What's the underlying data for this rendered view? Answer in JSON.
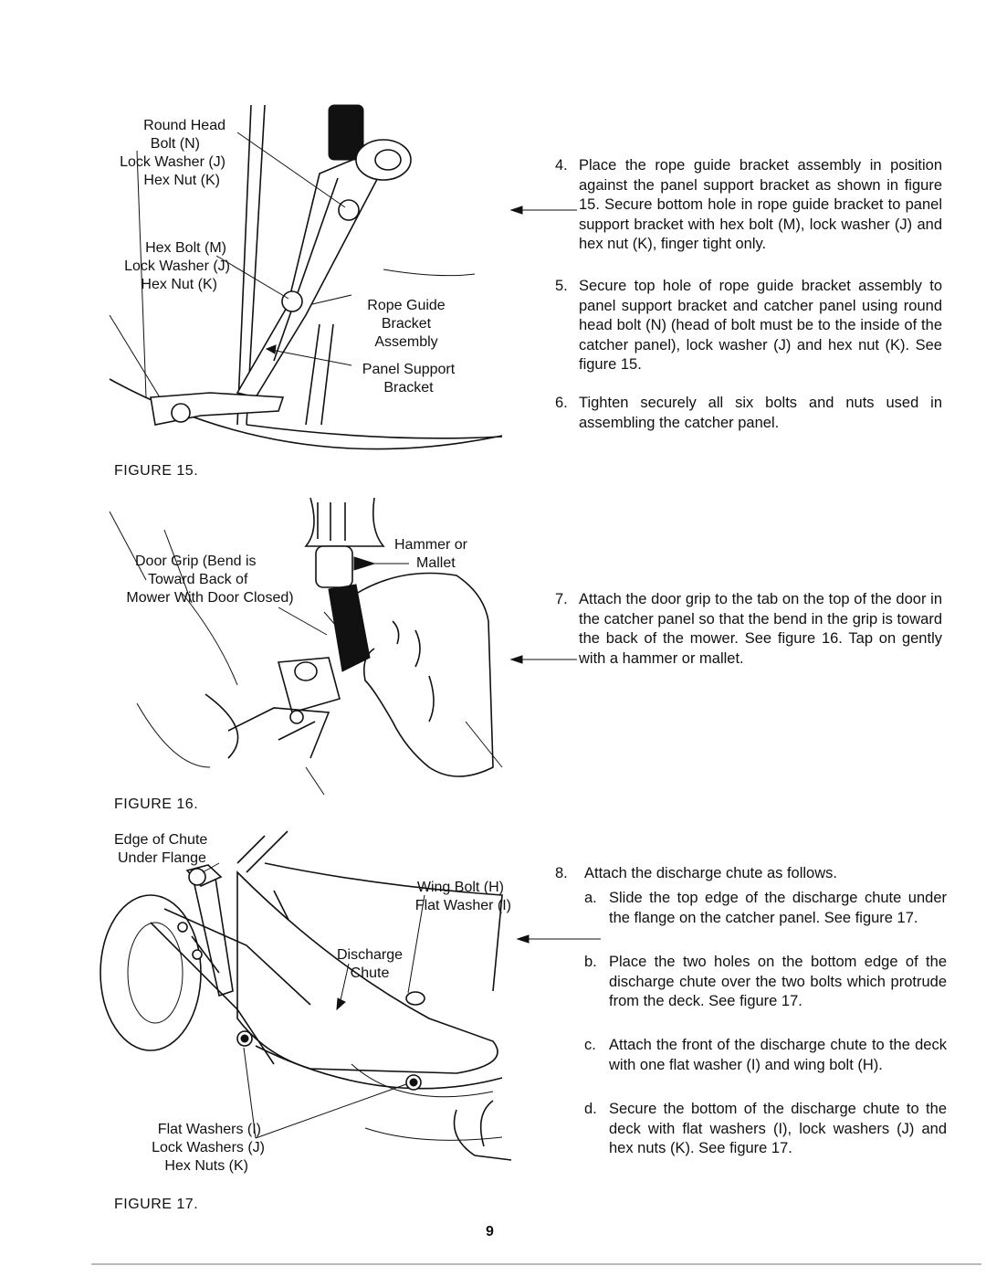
{
  "page_number": "9",
  "figures": [
    {
      "caption": "FIGURE 15.",
      "labels": {
        "round_head_bolt": [
          "Round Head",
          "Bolt (N)",
          "Lock Washer (J)",
          "Hex Nut (K)"
        ],
        "hex_bolt": [
          "Hex Bolt (M)",
          "Lock Washer (J)",
          "Hex Nut (K)"
        ],
        "rope_guide": [
          "Rope Guide",
          "Bracket",
          "Assembly"
        ],
        "panel_support": [
          "Panel Support",
          "Bracket"
        ]
      }
    },
    {
      "caption": "FIGURE 16.",
      "labels": {
        "door_grip": [
          "Door Grip (Bend is",
          "Toward Back of",
          "Mower With Door Closed)"
        ],
        "hammer": [
          "Hammer or",
          "Mallet"
        ]
      }
    },
    {
      "caption": "FIGURE 17.",
      "labels": {
        "edge_of_chute": [
          "Edge of Chute",
          "Under Flange"
        ],
        "wing_bolt": [
          "Wing Bolt (H)",
          "Flat Washer (I)"
        ],
        "discharge_chute": [
          "Discharge",
          "Chute"
        ],
        "washers": [
          "Flat Washers (I)",
          "Lock Washers (J)",
          "Hex Nuts (K)"
        ]
      }
    }
  ],
  "steps": [
    {
      "num": "4.",
      "text": "Place the rope guide bracket assembly in position against the panel support bracket as shown in figure 15. Secure bottom hole in rope guide bracket to panel support bracket with hex bolt (M), lock washer (J) and hex nut (K), finger tight only."
    },
    {
      "num": "5.",
      "text": "Secure top hole of rope guide bracket assembly to panel support bracket and catcher panel using round head bolt (N) (head of bolt must be to the inside of the catcher panel), lock washer (J) and hex nut (K). See figure 15."
    },
    {
      "num": "6.",
      "text": "Tighten securely all six bolts and nuts used in assembling the catcher panel."
    },
    {
      "num": "7.",
      "text": "Attach the door grip to the tab on the top of the door in the catcher panel so that the bend in the grip is toward the back of the mower. See figure 16. Tap on gently with a hammer or mallet."
    },
    {
      "num": "8.",
      "text": "Attach the discharge chute as follows."
    }
  ],
  "substeps": [
    {
      "num": "a.",
      "text": "Slide the top edge of the discharge chute under the flange on the catcher panel. See figure 17."
    },
    {
      "num": "b.",
      "text": "Place the two holes on the bottom edge of the discharge chute over the two bolts which protrude from the deck. See figure 17."
    },
    {
      "num": "c.",
      "text": "Attach the front of the discharge chute to the deck with one flat washer (I) and wing bolt (H)."
    },
    {
      "num": "d.",
      "text": "Secure the bottom of the discharge chute to the deck with flat washers (I), lock washers (J) and hex nuts (K). See figure 17."
    }
  ]
}
